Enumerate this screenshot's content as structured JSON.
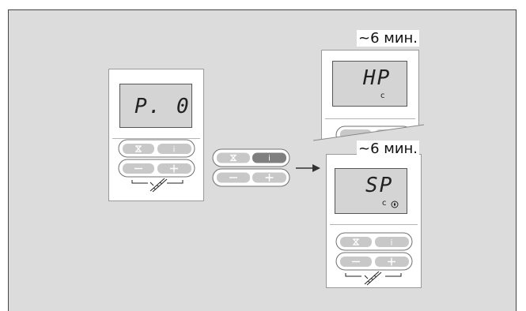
{
  "display_left": {
    "text": "P. 0"
  },
  "display_hp": {
    "text": "HP",
    "sub": "c"
  },
  "display_sp": {
    "text": "SP",
    "sub": "c"
  },
  "time_top": "~6 мин.",
  "time_bottom": "~6 мин.",
  "icons": {
    "info": "info-icon",
    "sandglass": "sandglass-icon",
    "minus": "minus-icon",
    "plus": "plus-icon",
    "arrow": "right-arrow-icon",
    "ladder": "chimney-sweep-icon",
    "flame": "flame-icon"
  },
  "colors": {
    "background": "#dcdcdc",
    "device": "#ffffff",
    "screen": "#d4d4d4",
    "button": "#c8c8c8",
    "button_active": "#7f7f7f"
  }
}
